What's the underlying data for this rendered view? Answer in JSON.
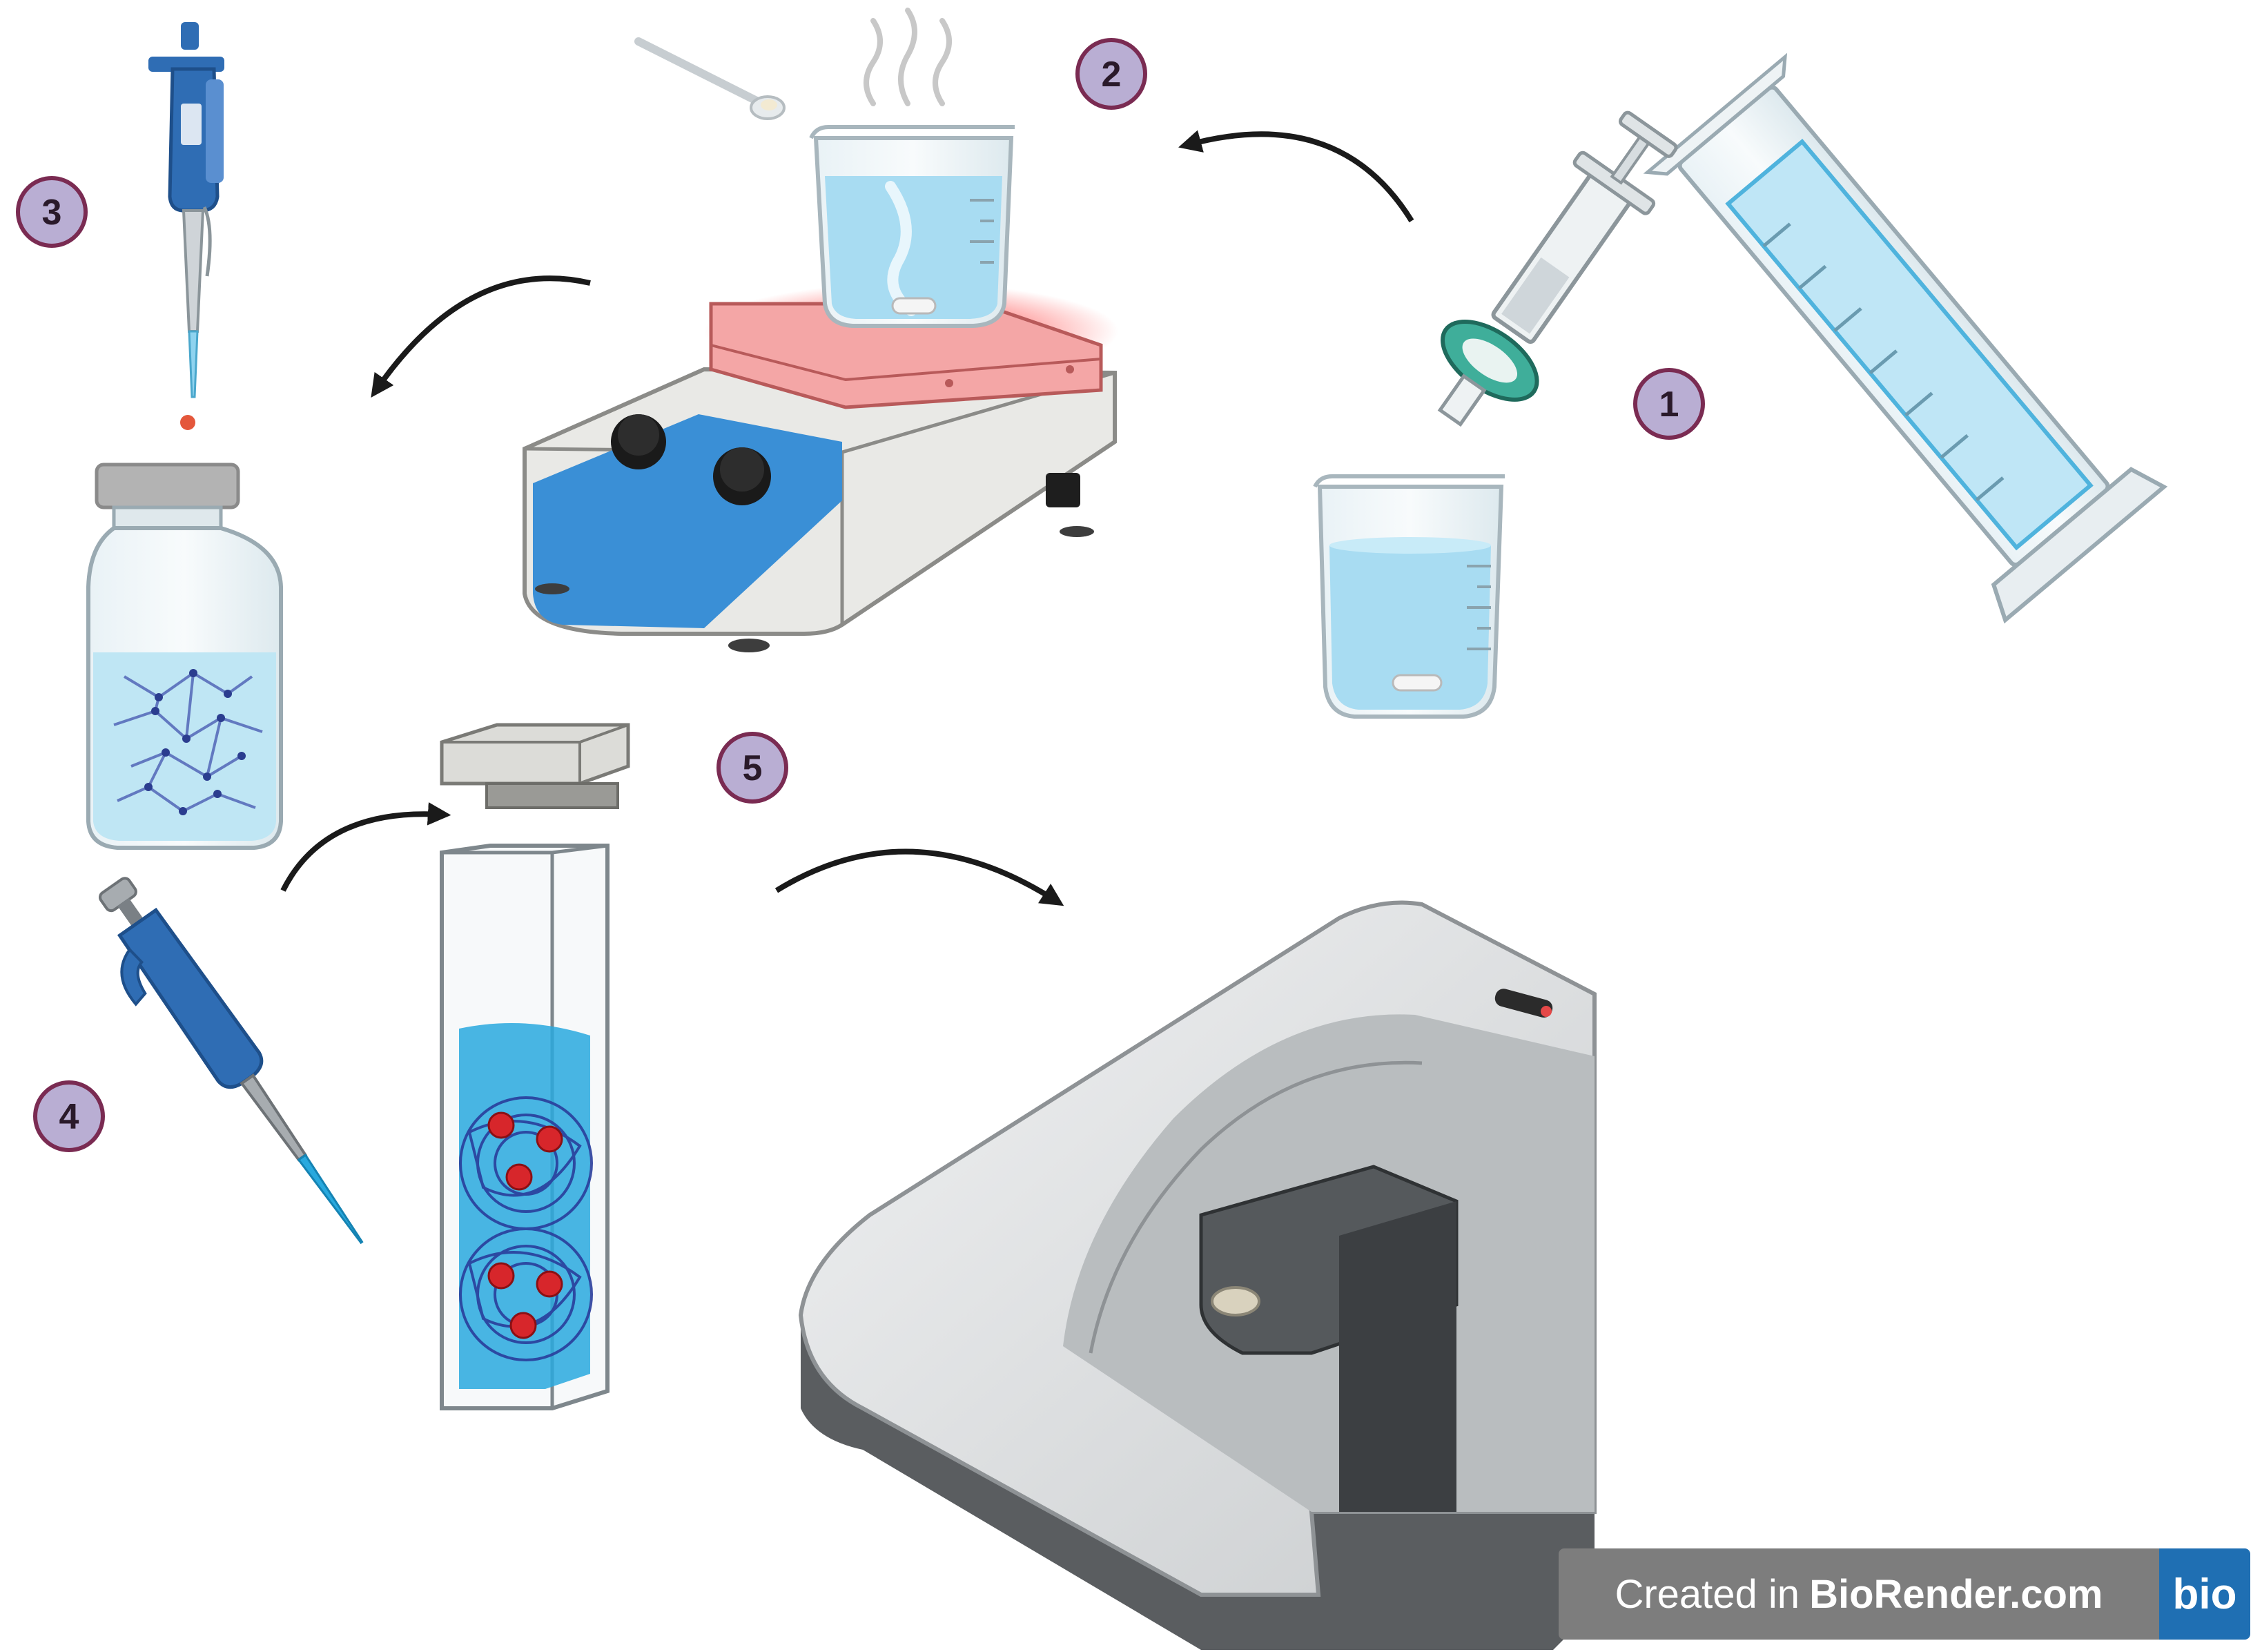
{
  "steps": [
    {
      "label": "1"
    },
    {
      "label": "2"
    },
    {
      "label": "3"
    },
    {
      "label": "4"
    },
    {
      "label": "5"
    }
  ],
  "watermark": {
    "prefix": "Created in",
    "brand": "BioRender.com",
    "logo": "bio"
  },
  "colors": {
    "step_badge_fill": "#b9aed3",
    "step_badge_stroke": "#7a2b52",
    "liquid_blue": "#8fd3ef",
    "deep_blue": "#29a9de",
    "pipette_blue": "#2f6db4",
    "hotplate_red": "#f4a6a6",
    "nanoparticle_red": "#d7262b",
    "watermark_gray": "#7d7d7d",
    "watermark_blue": "#1f6fb3"
  },
  "icons": [
    "graduated-cylinder-icon",
    "syringe-filter-icon",
    "beaker-icon",
    "hot-plate-stirrer-icon",
    "spatula-icon",
    "micropipette-icon",
    "vial-icon",
    "cuvette-icon",
    "spectrophotometer-icon",
    "arrow-icon"
  ]
}
